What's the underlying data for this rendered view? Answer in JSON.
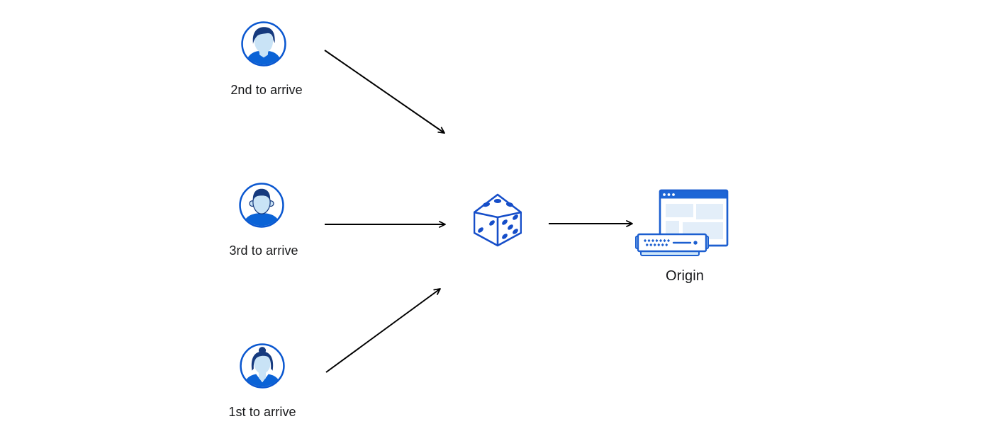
{
  "diagram": {
    "visitors": [
      {
        "label": "2nd to arrive",
        "icon": "male-avatar-swept-hair-icon"
      },
      {
        "label": "3rd to arrive",
        "icon": "male-avatar-short-hair-icon"
      },
      {
        "label": "1st to arrive",
        "icon": "female-avatar-bun-icon"
      }
    ],
    "router": {
      "icon": "dice-icon"
    },
    "origin": {
      "label": "Origin",
      "icon": "browser-window-and-server-icon"
    }
  },
  "colors": {
    "outline_blue": "#164ec9",
    "window_blue": "#1c5fd0",
    "titlebar_blue": "#1e66d6",
    "avatar_ring_blue": "#0a57d0",
    "hair_navy": "#163a7e",
    "skin_light_blue": "#c9e3f6",
    "shirt_blue": "#0b63d6",
    "panel_light_blue": "#e3eef9",
    "server_accent_light_blue": "#cfe7f8",
    "arrow_black": "#000000",
    "text_color": "#17181a",
    "background": "#ffffff"
  }
}
